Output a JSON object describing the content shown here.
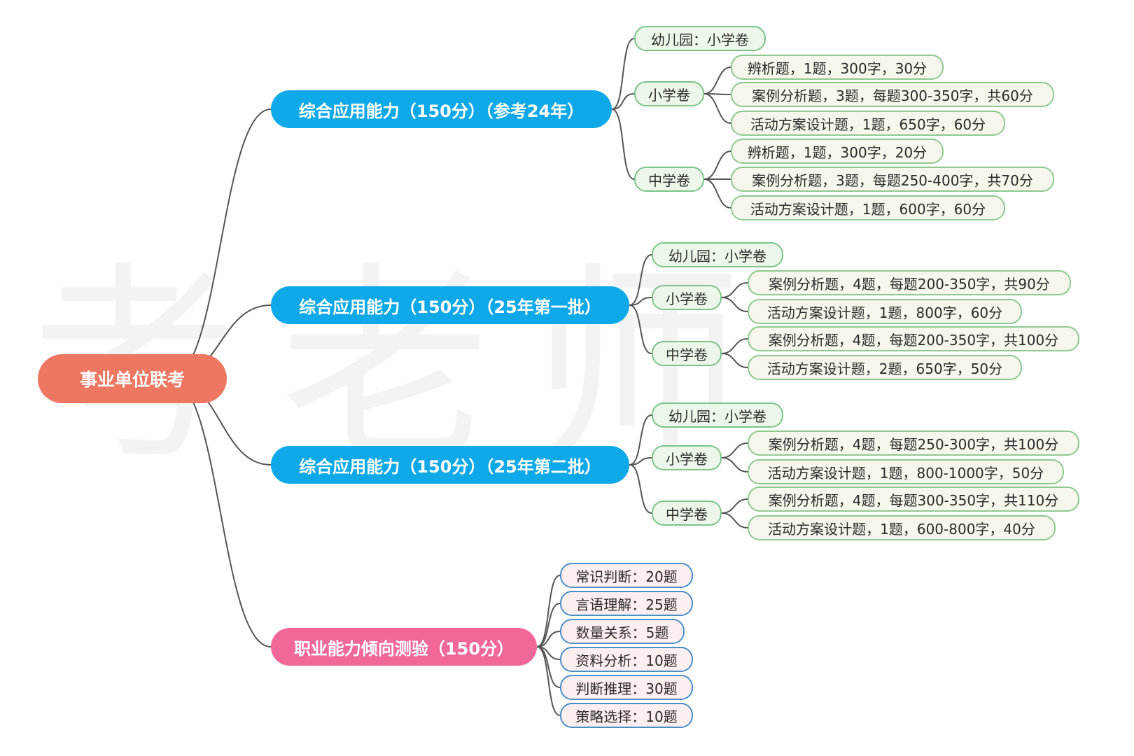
{
  "root": {
    "label": "事业单位联考"
  },
  "watermark": "考老师",
  "branches": [
    {
      "label": "综合应用能力（150分）（参考24年）",
      "color": "#0FA8E8",
      "children": [
        {
          "label": "幼儿园：小学卷",
          "children": []
        },
        {
          "label": "小学卷",
          "children": [
            {
              "label": "辨析题，1题，300字，30分"
            },
            {
              "label": "案例分析题，3题，每题300-350字，共60分"
            },
            {
              "label": "活动方案设计题，1题，650字，60分"
            }
          ]
        },
        {
          "label": "中学卷",
          "children": [
            {
              "label": "辨析题，1题，300字，20分"
            },
            {
              "label": "案例分析题，3题，每题250-400字，共70分"
            },
            {
              "label": "活动方案设计题，1题，600字，60分"
            }
          ]
        }
      ]
    },
    {
      "label": "综合应用能力（150分）（25年第一批）",
      "color": "#0FA8E8",
      "children": [
        {
          "label": "幼儿园：小学卷",
          "children": []
        },
        {
          "label": "小学卷",
          "children": [
            {
              "label": "案例分析题，4题，每题200-350字，共90分"
            },
            {
              "label": "活动方案设计题，1题，800字，60分"
            }
          ]
        },
        {
          "label": "中学卷",
          "children": [
            {
              "label": "案例分析题，4题，每题200-350字，共100分"
            },
            {
              "label": "活动方案设计题，2题，650字，50分"
            }
          ]
        }
      ]
    },
    {
      "label": "综合应用能力（150分）（25年第二批）",
      "color": "#0FA8E8",
      "children": [
        {
          "label": "幼儿园：小学卷",
          "children": []
        },
        {
          "label": "小学卷",
          "children": [
            {
              "label": "案例分析题，4题，每题250-300字，共100分"
            },
            {
              "label": "活动方案设计题，1题，800-1000字，50分"
            }
          ]
        },
        {
          "label": "中学卷",
          "children": [
            {
              "label": "案例分析题，4题，每题300-350字，共110分"
            },
            {
              "label": "活动方案设计题，1题，600-800字，40分"
            }
          ]
        }
      ]
    },
    {
      "label": "职业能力倾向测验（150分）",
      "color": "#F2679A",
      "children": [
        {
          "label": "常识判断：20题",
          "children": []
        },
        {
          "label": "言语理解：25题",
          "children": []
        },
        {
          "label": "数量关系：5题",
          "children": []
        },
        {
          "label": "资料分析：10题",
          "children": []
        },
        {
          "label": "判断推理：30题",
          "children": []
        },
        {
          "label": "策略选择：10题",
          "children": []
        }
      ]
    }
  ]
}
